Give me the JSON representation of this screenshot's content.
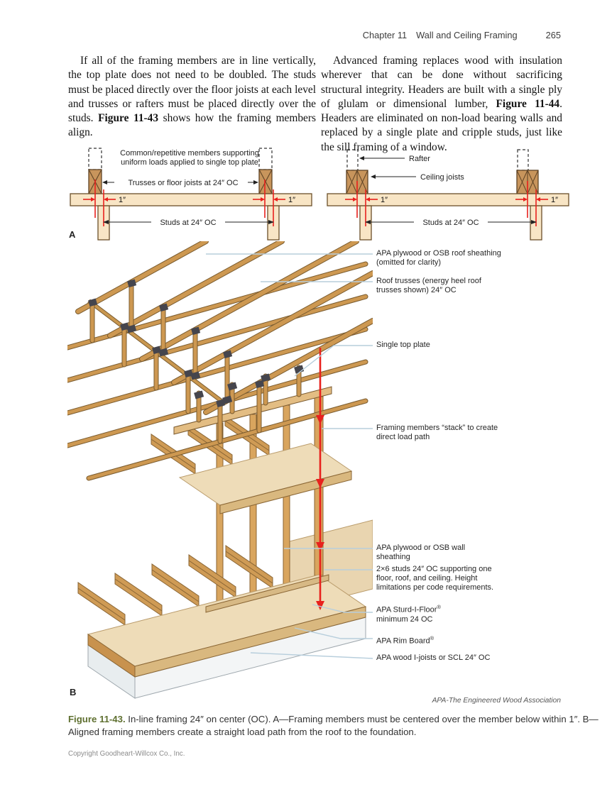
{
  "colors": {
    "wood": "#cf9a52",
    "wood_light": "#f8e5c5",
    "wood_block": "#c8955c",
    "deck": "#eedcb8",
    "truss_plate": "#45454d",
    "load_arrow_red": "#e8211d",
    "callout_line_blue": "#b7cedc",
    "caption_tag_olive": "#5f7030",
    "foundation": "#f3f5f6"
  },
  "header": {
    "chapter": "Chapter 11",
    "title": "Wall and Ceiling Framing",
    "page_number": "265"
  },
  "columns": {
    "left": {
      "lead": "If all of the framing members are in line vertically, the top plate does not need to be doubled. The studs must be placed directly over the floor joists at each level and trusses or rafters must be placed directly over the studs. ",
      "figure_ref": "Figure 11-43",
      "tail": " shows how the framing members align."
    },
    "right": {
      "lead": "Advanced framing replaces wood with insulation wherever that can be done without sacrificing structural integrity. Headers are built with a single ply of glulam or dimensional lumber, ",
      "figure_ref": "Figure 11-44",
      "tail": ". Headers are eliminated on non-load bearing walls and replaced by a single plate and cripple studs, just like the sill framing of a window."
    }
  },
  "diagram_a": {
    "note_line1": "Common/repetitive members supporting",
    "note_line2": "uniform loads applied to single top plate",
    "trusses_label": "Trusses or floor joists at 24″ OC",
    "studs_label": "Studs at 24″ OC",
    "dim_left": "1″",
    "dim_right": "1″",
    "panel_label": "A"
  },
  "diagram_b": {
    "rafter_label": "Rafter",
    "ceiling_label": "Ceiling joists",
    "studs_label": "Studs at 24″ OC",
    "dim_left": "1″",
    "dim_right": "1″"
  },
  "callouts": {
    "c1": {
      "l1": "APA plywood or OSB roof sheathing",
      "l2": "(omitted for clarity)"
    },
    "c2": {
      "l1": "Roof trusses (energy heel roof",
      "l2": "trusses shown) 24″ OC"
    },
    "c3": {
      "l1": "Single top plate"
    },
    "c4": {
      "l1": "Framing members “stack” to create",
      "l2": "direct load path"
    },
    "c5": {
      "l1": "APA plywood or OSB wall",
      "l2": "sheathing"
    },
    "c6": {
      "l1": "2×6 studs 24″ OC supporting one",
      "l2": "floor, roof, and ceiling. Height",
      "l3": "limitations per code requirements."
    },
    "c7": {
      "l1": "APA Sturd-I-Floor",
      "reg": "®",
      "l2": "minimum 24 OC"
    },
    "c8": {
      "l1": "APA Rim Board",
      "reg": "®"
    },
    "c9": {
      "l1": "APA wood I-joists or SCL 24″ OC"
    }
  },
  "figure_b_label": "B",
  "attribution": "APA-The Engineered Wood Association",
  "caption": {
    "tag": "Figure 11-43.",
    "body": " In-line framing 24″ on center (OC). A—Framing members must be centered over the member below within 1″. B—Aligned framing members create a straight load path from the roof to the foundation."
  },
  "copyright": "Copyright Goodheart-Willcox Co., Inc."
}
